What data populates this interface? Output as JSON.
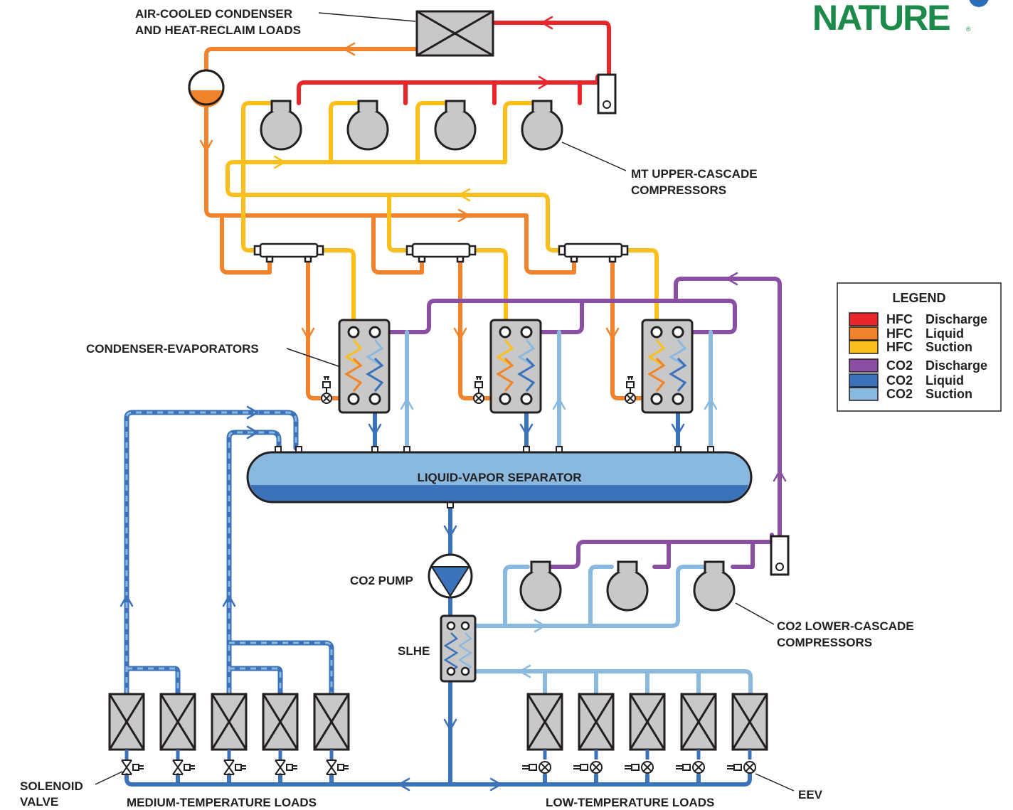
{
  "logo": {
    "text": "NATURE",
    "mark": "®"
  },
  "labels": {
    "condenser_1": "AIR-COOLED CONDENSER",
    "condenser_2": "AND HEAT-RECLAIM LOADS",
    "mt_comp_1": "MT UPPER-CASCADE",
    "mt_comp_2": "COMPRESSORS",
    "condenser_evaporators": "CONDENSER-EVAPORATORS",
    "separator": "LIQUID-VAPOR SEPARATOR",
    "co2_pump": "CO2 PUMP",
    "slhe": "SLHE",
    "co2_comp_1": "CO2 LOWER-CASCADE",
    "co2_comp_2": "COMPRESSORS",
    "solenoid_1": "SOLENOID",
    "solenoid_2": "VALVE",
    "mt_loads": "MEDIUM-TEMPERATURE LOADS",
    "lt_loads": "LOW-TEMPERATURE LOADS",
    "eev": "EEV"
  },
  "legend": {
    "title": "LEGEND",
    "items": [
      {
        "fluid": "HFC",
        "state": "Discharge",
        "color": "#e8262b"
      },
      {
        "fluid": "HFC",
        "state": "Liquid",
        "color": "#f0832b"
      },
      {
        "fluid": "HFC",
        "state": "Suction",
        "color": "#fbbf1c"
      },
      {
        "fluid": "CO2",
        "state": "Discharge",
        "color": "#8a4fa3"
      },
      {
        "fluid": "CO2",
        "state": "Liquid",
        "color": "#3b72b9"
      },
      {
        "fluid": "CO2",
        "state": "Suction",
        "color": "#8ab9e0"
      }
    ]
  },
  "colors": {
    "hfc_discharge": "#e8262b",
    "hfc_liquid": "#f0832b",
    "hfc_suction": "#fbbf1c",
    "co2_discharge": "#8a4fa3",
    "co2_liquid": "#3b72b9",
    "co2_suction": "#8ab9e0",
    "equipment_gray": "#c9c8c9",
    "outline": "#231f20"
  }
}
